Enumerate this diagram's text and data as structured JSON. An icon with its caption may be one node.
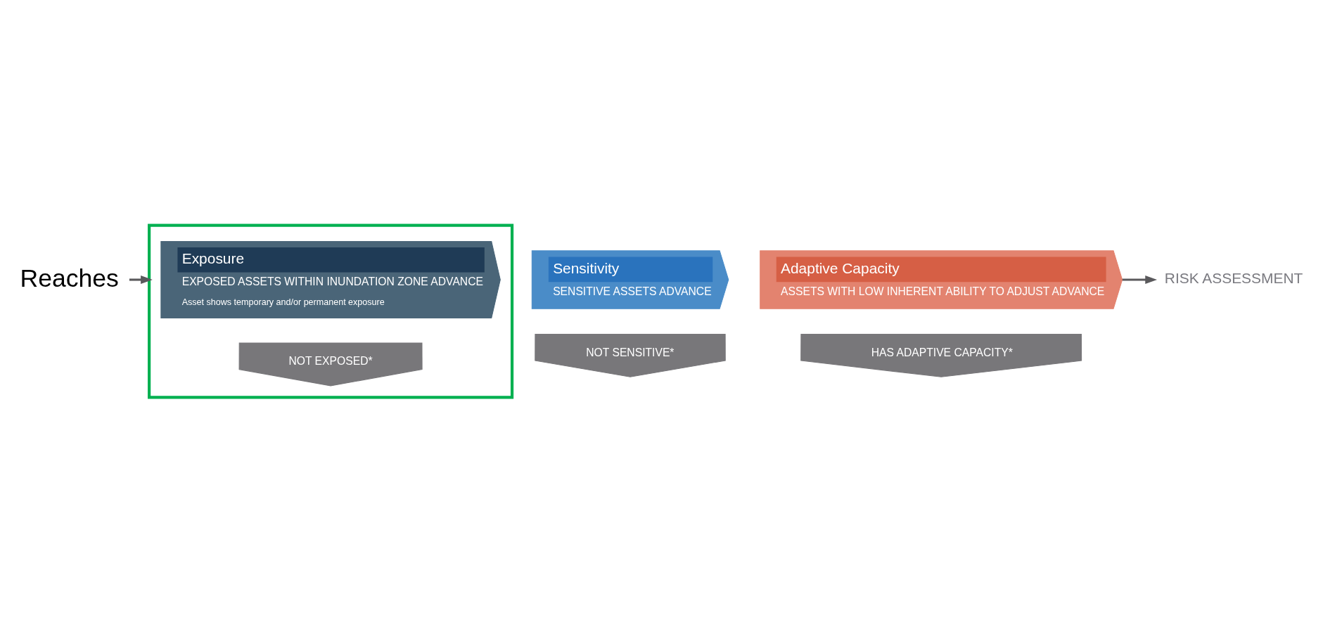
{
  "diagram": {
    "nodes": [
      {
        "text": [
          "Reaches"
        ]
      },
      {
        "text": [],
        "shape": "box"
      },
      {
        "text": [
          "Exposure",
          "EXPOSED ASSETS WITHIN INUNDATION ZONE ADVANCE",
          "Asset shows temporary and/or permanent exposure"
        ],
        "in": 1
      },
      {
        "text": [
          "NOT EXPOSED*"
        ],
        "in": 1
      },
      {
        "text": [
          "Sensitivity",
          "SENSITIVE ASSETS ADVANCE"
        ]
      },
      {
        "text": [
          "NOT SENSITIVE*"
        ]
      },
      {
        "text": [
          "Adaptive Capacity",
          "ASSETS WITH LOW INHERENT ABILITY TO ADJUST ADVANCE"
        ]
      },
      {
        "text": [
          "HAS ADAPTIVE CAPACITY*"
        ]
      },
      {
        "text": [
          "RISK ASSESSMENT"
        ]
      }
    ],
    "edges": [
      {
        "from": 0,
        "to": 2,
        "arrow": "to",
        "color": "#5a595c"
      },
      {
        "from": 6,
        "to": 8,
        "arrow": "to",
        "color": "#5a595c"
      }
    ]
  }
}
